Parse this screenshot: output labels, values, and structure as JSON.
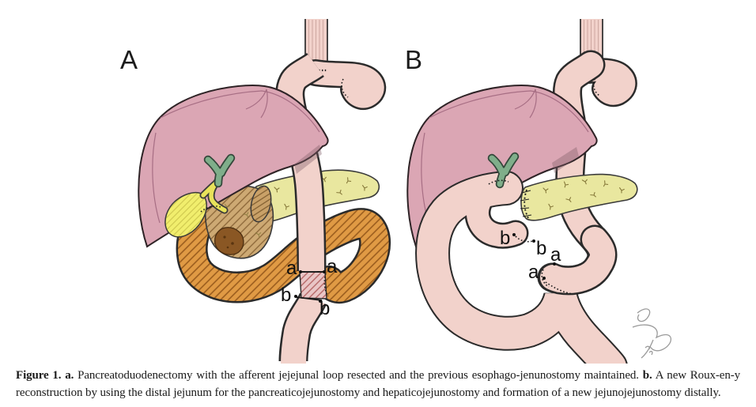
{
  "figure": {
    "panel_a": {
      "label": "A",
      "marks": {
        "a_left": "a",
        "a_right": "a",
        "b_left": "b",
        "b_right": "b"
      },
      "organs": [
        "liver",
        "esophagus",
        "esophago-jejunostomy",
        "gallbladder",
        "hepatic-bile-duct",
        "pancreas-body",
        "pancreatic-head-with-tumor",
        "duodenum-afferent-loop-resected",
        "resected-jejunal-segment",
        "jejunum"
      ]
    },
    "panel_b": {
      "label": "B",
      "marks": {
        "b_left": "b",
        "b_right": "b",
        "a_upper": "a",
        "a_lower": "a"
      },
      "organs": [
        "liver",
        "esophagus",
        "esophago-jejunostomy",
        "hepatic-bile-duct",
        "hepaticojejunostomy",
        "pancreas",
        "pancreaticojejunostomy",
        "roux-limb-distal-jejunum",
        "jejunojejunostomy"
      ]
    },
    "caption": {
      "figure_label": "Figure 1.",
      "part_a_label": "a.",
      "part_a_text": "Pancreatoduodenectomy with the afferent jejejunal loop resected and the previous esophago-jenunostomy maintained.",
      "part_b_label": "b.",
      "part_b_text": "A new Roux-en-y reconstruction by using the distal jejunum for the pancreaticojejunostomy and hepaticojejunostomy and formation of a new jejunojejunostomy distally."
    },
    "colors": {
      "liver": "#dba6b4",
      "liver_contour": "#a76e84",
      "bowel": "#f2d2cb",
      "bowel_outline": "#2b2b2b",
      "esophagus_striation": "#c9a29b",
      "pancreas": "#e9e79f",
      "duodenum_resected": "#e09a44",
      "pancreatic_head": "#cda973",
      "tumor": "#8a5724",
      "gallbladder": "#f1ee6d",
      "bile_duct": "#7fae8a",
      "bile_duct_yellow": "#e8e25a",
      "resected_segment": "#e9c6c6",
      "hatch_red": "#b25f5f",
      "suture": "#1d1d1d",
      "signature": "#9a9a9a"
    }
  }
}
